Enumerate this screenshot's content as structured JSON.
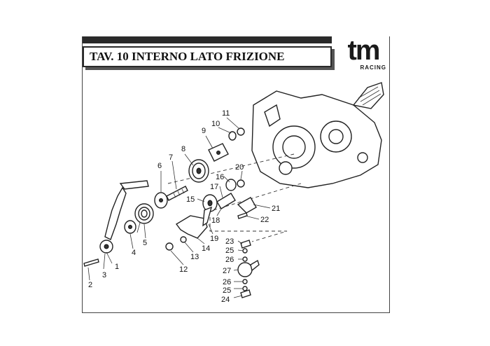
{
  "title": "TAV. 10 INTERNO LATO FRIZIONE",
  "logo": {
    "mark": "tm",
    "sub": "RACING"
  },
  "callouts": [
    {
      "label": "1"
    },
    {
      "label": "2"
    },
    {
      "label": "3"
    },
    {
      "label": "4"
    },
    {
      "label": "5"
    },
    {
      "label": "6"
    },
    {
      "label": "7"
    },
    {
      "label": "8"
    },
    {
      "label": "9"
    },
    {
      "label": "10"
    },
    {
      "label": "11"
    },
    {
      "label": "12"
    },
    {
      "label": "13"
    },
    {
      "label": "14"
    },
    {
      "label": "15"
    },
    {
      "label": "16"
    },
    {
      "label": "17"
    },
    {
      "label": "18"
    },
    {
      "label": "19"
    },
    {
      "label": "20"
    },
    {
      "label": "21"
    },
    {
      "label": "22"
    },
    {
      "label": "23"
    },
    {
      "label": "24"
    },
    {
      "label": "25"
    },
    {
      "label": "25"
    },
    {
      "label": "26"
    },
    {
      "label": "26"
    },
    {
      "label": "27"
    }
  ]
}
